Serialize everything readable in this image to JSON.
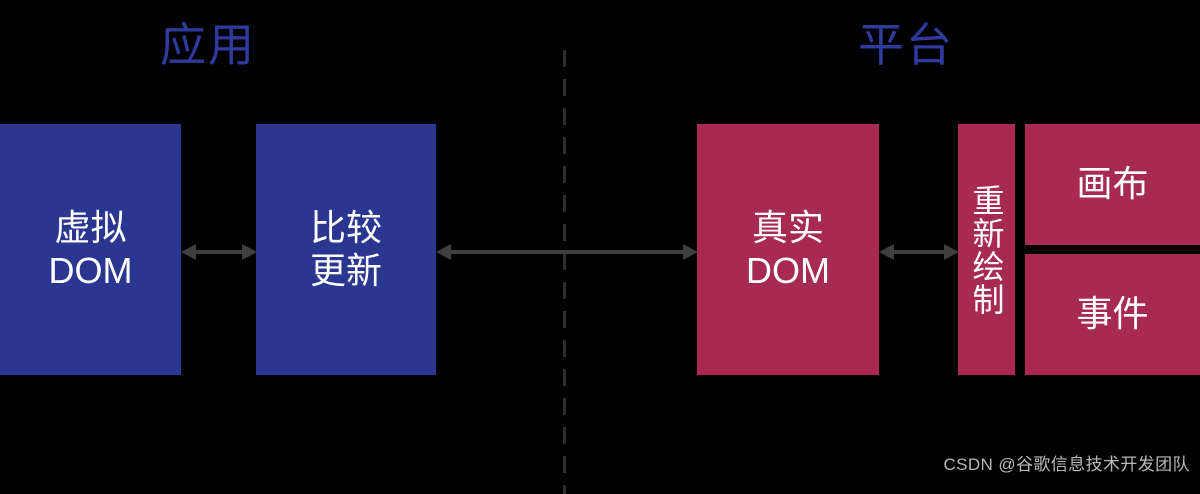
{
  "diagram": {
    "background_color": "#000000",
    "sections": [
      {
        "id": "app",
        "title": "应用"
      },
      {
        "id": "platform",
        "title": "平台"
      }
    ],
    "divider": {
      "style": "dashed-vertical",
      "color": "#2d2d2d"
    },
    "colors": {
      "app_box": "#2b3691",
      "platform_box": "#a62a52",
      "title_text": "#2f3a9e",
      "box_text": "#ffffff",
      "arrow": "#3f3f3f",
      "watermark_text": "#b9b9b9"
    },
    "boxes": [
      {
        "id": "virtual-dom",
        "label": "虚拟\nDOM",
        "group": "app"
      },
      {
        "id": "diff-update",
        "label": "比较\n更新",
        "group": "app"
      },
      {
        "id": "real-dom",
        "label": "真实\nDOM",
        "group": "platform"
      },
      {
        "id": "repaint",
        "label": "重新绘制",
        "group": "platform",
        "orientation": "vertical"
      },
      {
        "id": "canvas",
        "label": "画布",
        "group": "platform"
      },
      {
        "id": "event",
        "label": "事件",
        "group": "platform"
      }
    ],
    "arrows": [
      {
        "id": "virtual-to-diff",
        "from": "virtual-dom",
        "to": "diff-update",
        "direction": "bidirectional"
      },
      {
        "id": "diff-to-real",
        "from": "diff-update",
        "to": "real-dom",
        "direction": "bidirectional"
      },
      {
        "id": "real-to-repaint",
        "from": "real-dom",
        "to": "repaint",
        "direction": "bidirectional"
      }
    ]
  },
  "watermark": {
    "text": "CSDN @谷歌信息技术开发团队"
  }
}
